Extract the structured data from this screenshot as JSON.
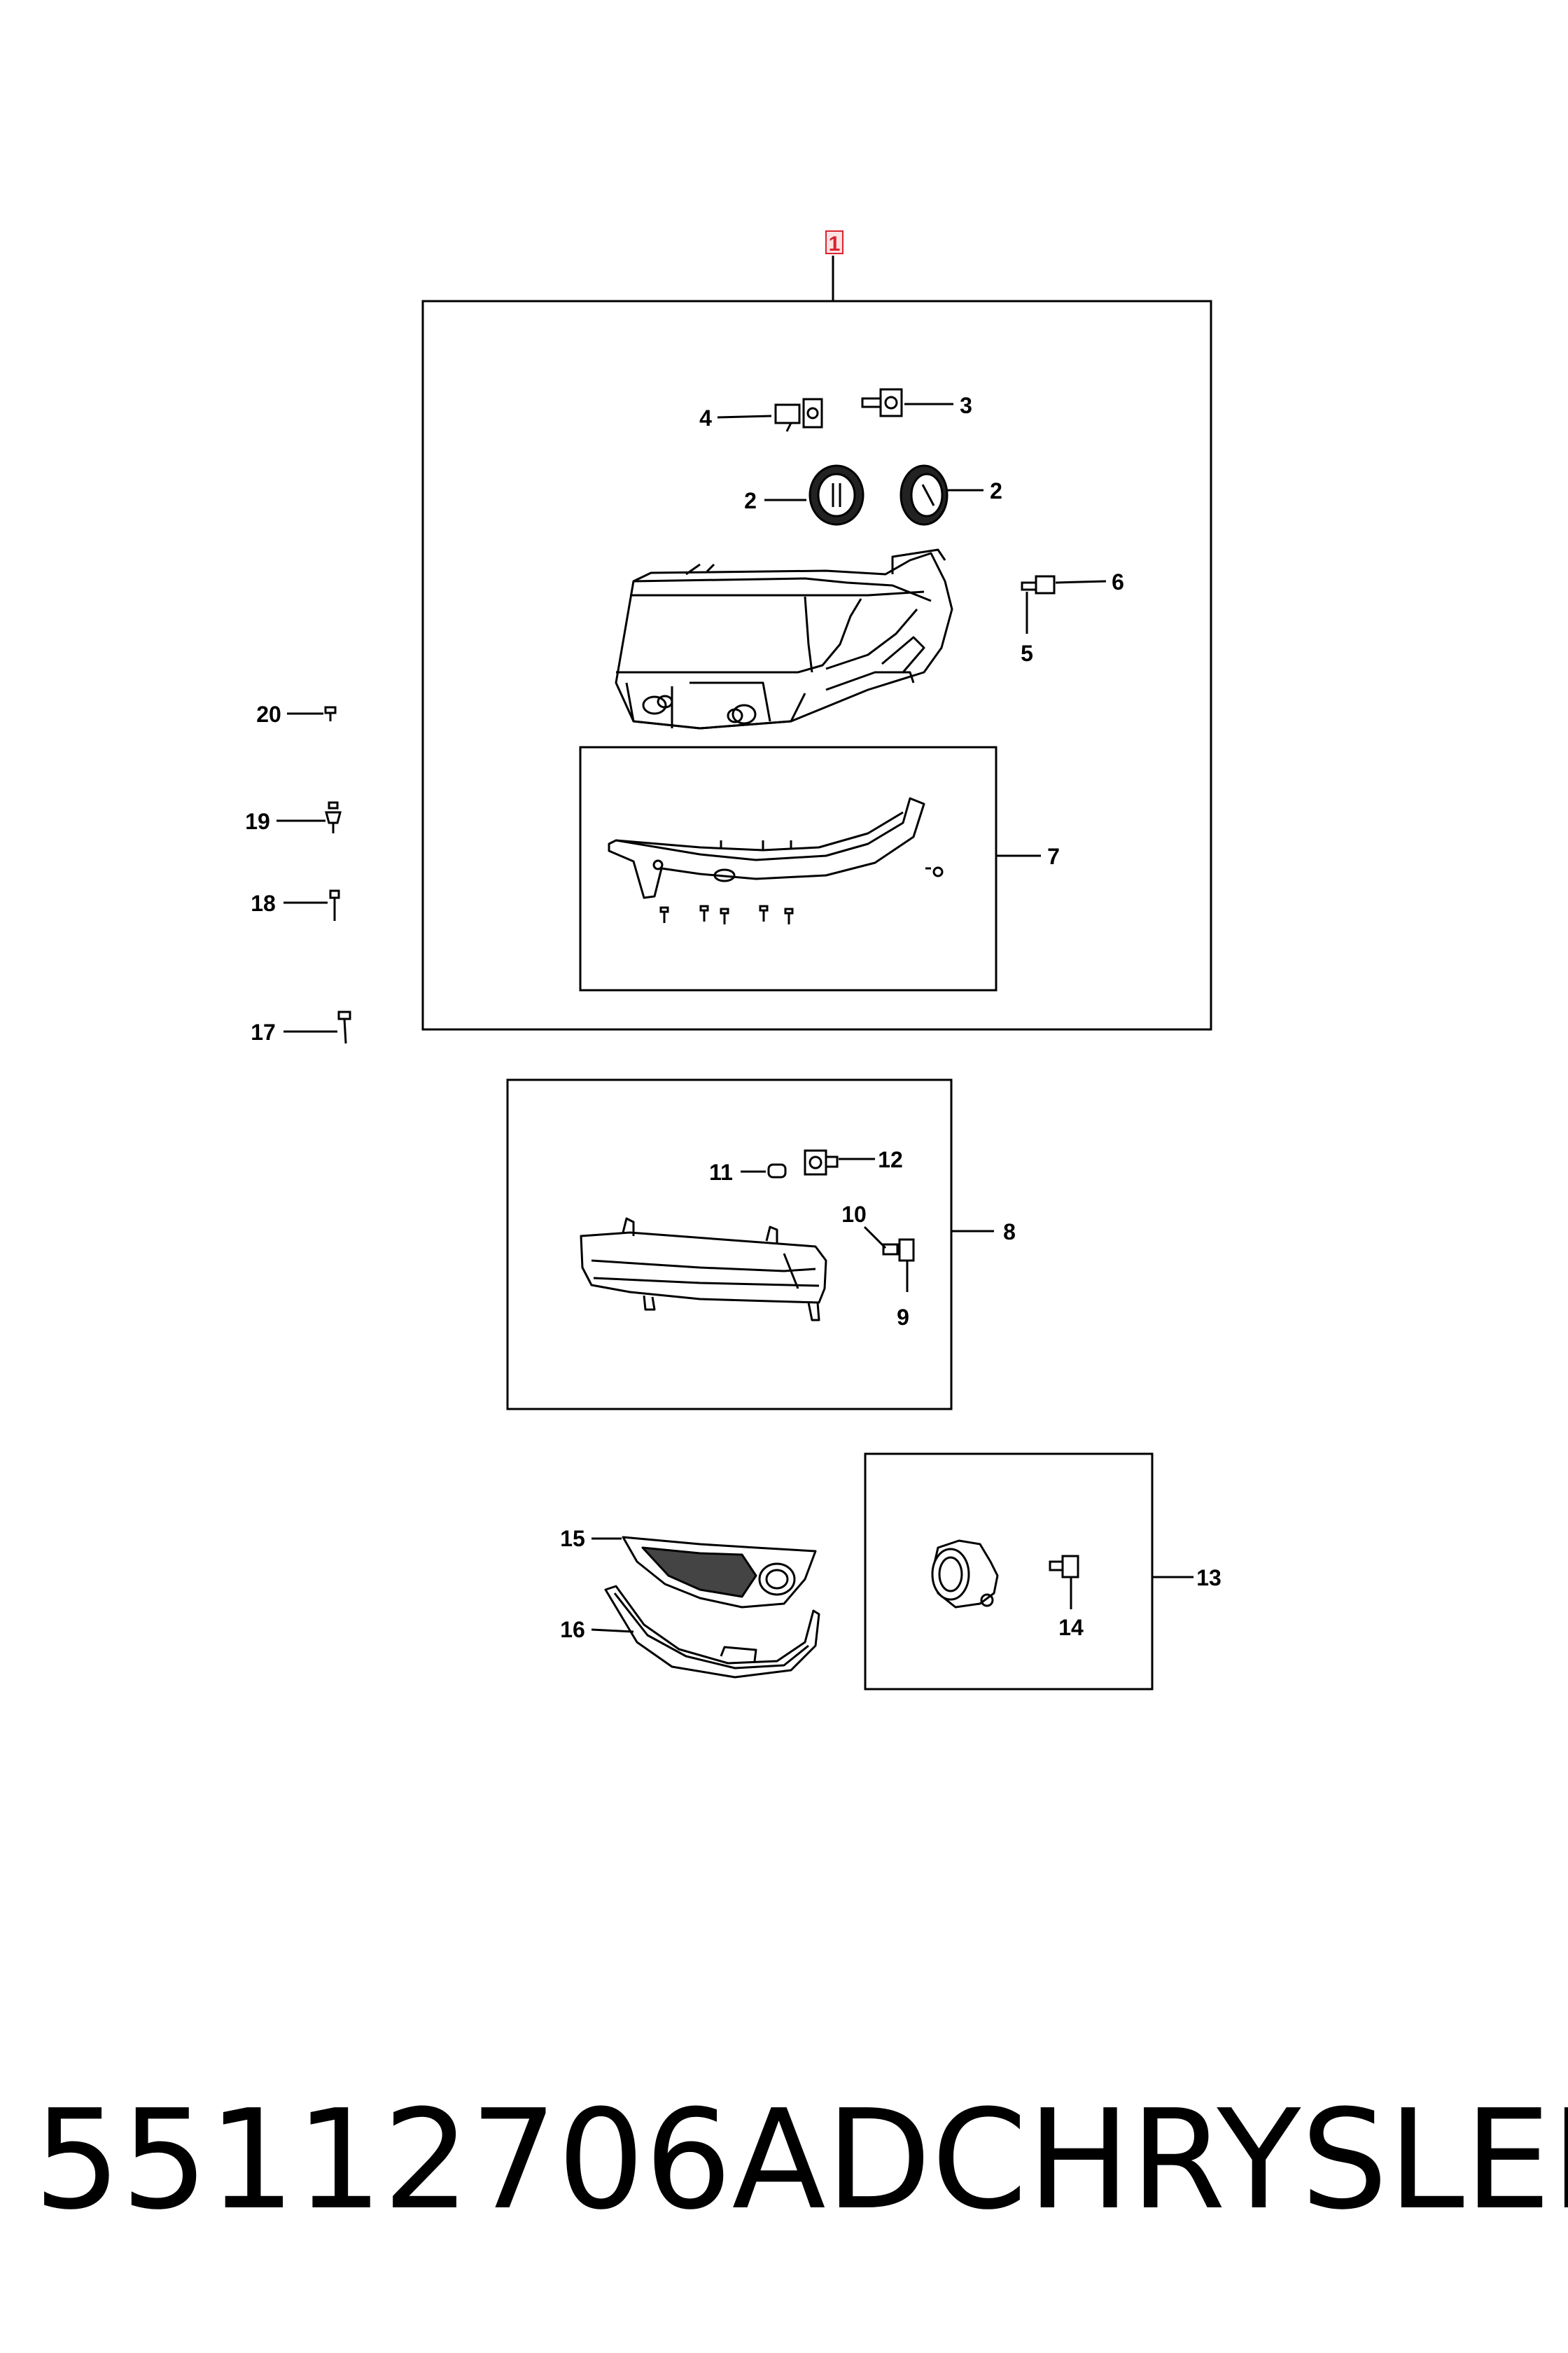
{
  "diagram": {
    "callouts": {
      "c1": "1",
      "c2a": "2",
      "c2b": "2",
      "c3": "3",
      "c4": "4",
      "c5": "5",
      "c6": "6",
      "c7": "7",
      "c8": "8",
      "c9": "9",
      "c10": "10",
      "c11": "11",
      "c12": "12",
      "c13": "13",
      "c14": "14",
      "c15": "15",
      "c16": "16",
      "c17": "17",
      "c18": "18",
      "c19": "19",
      "c20": "20"
    },
    "highlight_color": "#d9232e"
  },
  "footer": {
    "part_number": "55112706AD",
    "brand": "CHRYSLER"
  }
}
